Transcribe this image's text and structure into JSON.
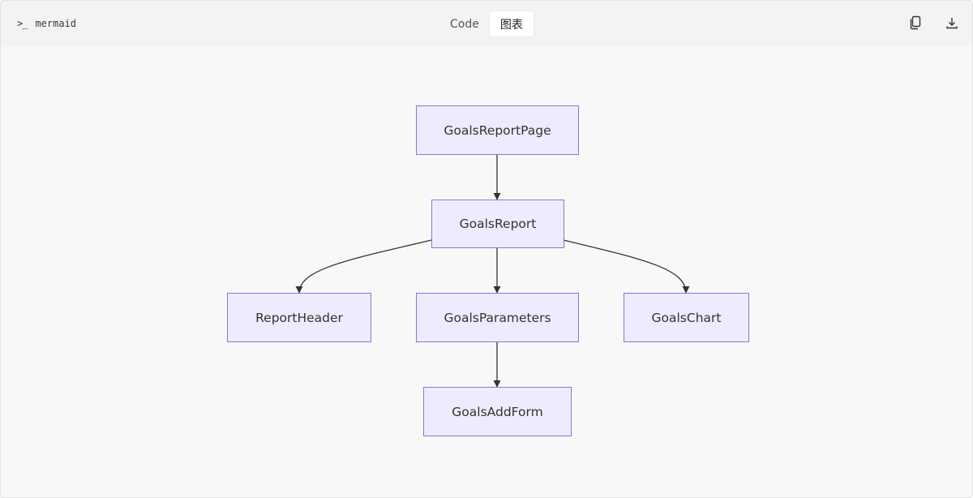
{
  "toolbar": {
    "language_label": "mermaid",
    "prompt_icon": ">_",
    "tabs": [
      {
        "label": "Code",
        "active": false
      },
      {
        "label": "图表",
        "active": true
      }
    ],
    "actions": [
      "copy-icon",
      "download-icon"
    ]
  },
  "diagram": {
    "type": "flowchart",
    "nodes": [
      {
        "id": "GoalsReportPage",
        "label": "GoalsReportPage"
      },
      {
        "id": "GoalsReport",
        "label": "GoalsReport"
      },
      {
        "id": "ReportHeader",
        "label": "ReportHeader"
      },
      {
        "id": "GoalsParameters",
        "label": "GoalsParameters"
      },
      {
        "id": "GoalsChart",
        "label": "GoalsChart"
      },
      {
        "id": "GoalsAddForm",
        "label": "GoalsAddForm"
      }
    ],
    "edges": [
      {
        "from": "GoalsReportPage",
        "to": "GoalsReport"
      },
      {
        "from": "GoalsReport",
        "to": "ReportHeader"
      },
      {
        "from": "GoalsReport",
        "to": "GoalsParameters"
      },
      {
        "from": "GoalsReport",
        "to": "GoalsChart"
      },
      {
        "from": "GoalsParameters",
        "to": "GoalsAddForm"
      }
    ],
    "colors": {
      "node_fill": "#ececfe",
      "node_border": "#9270dc",
      "edge": "#333333"
    }
  }
}
